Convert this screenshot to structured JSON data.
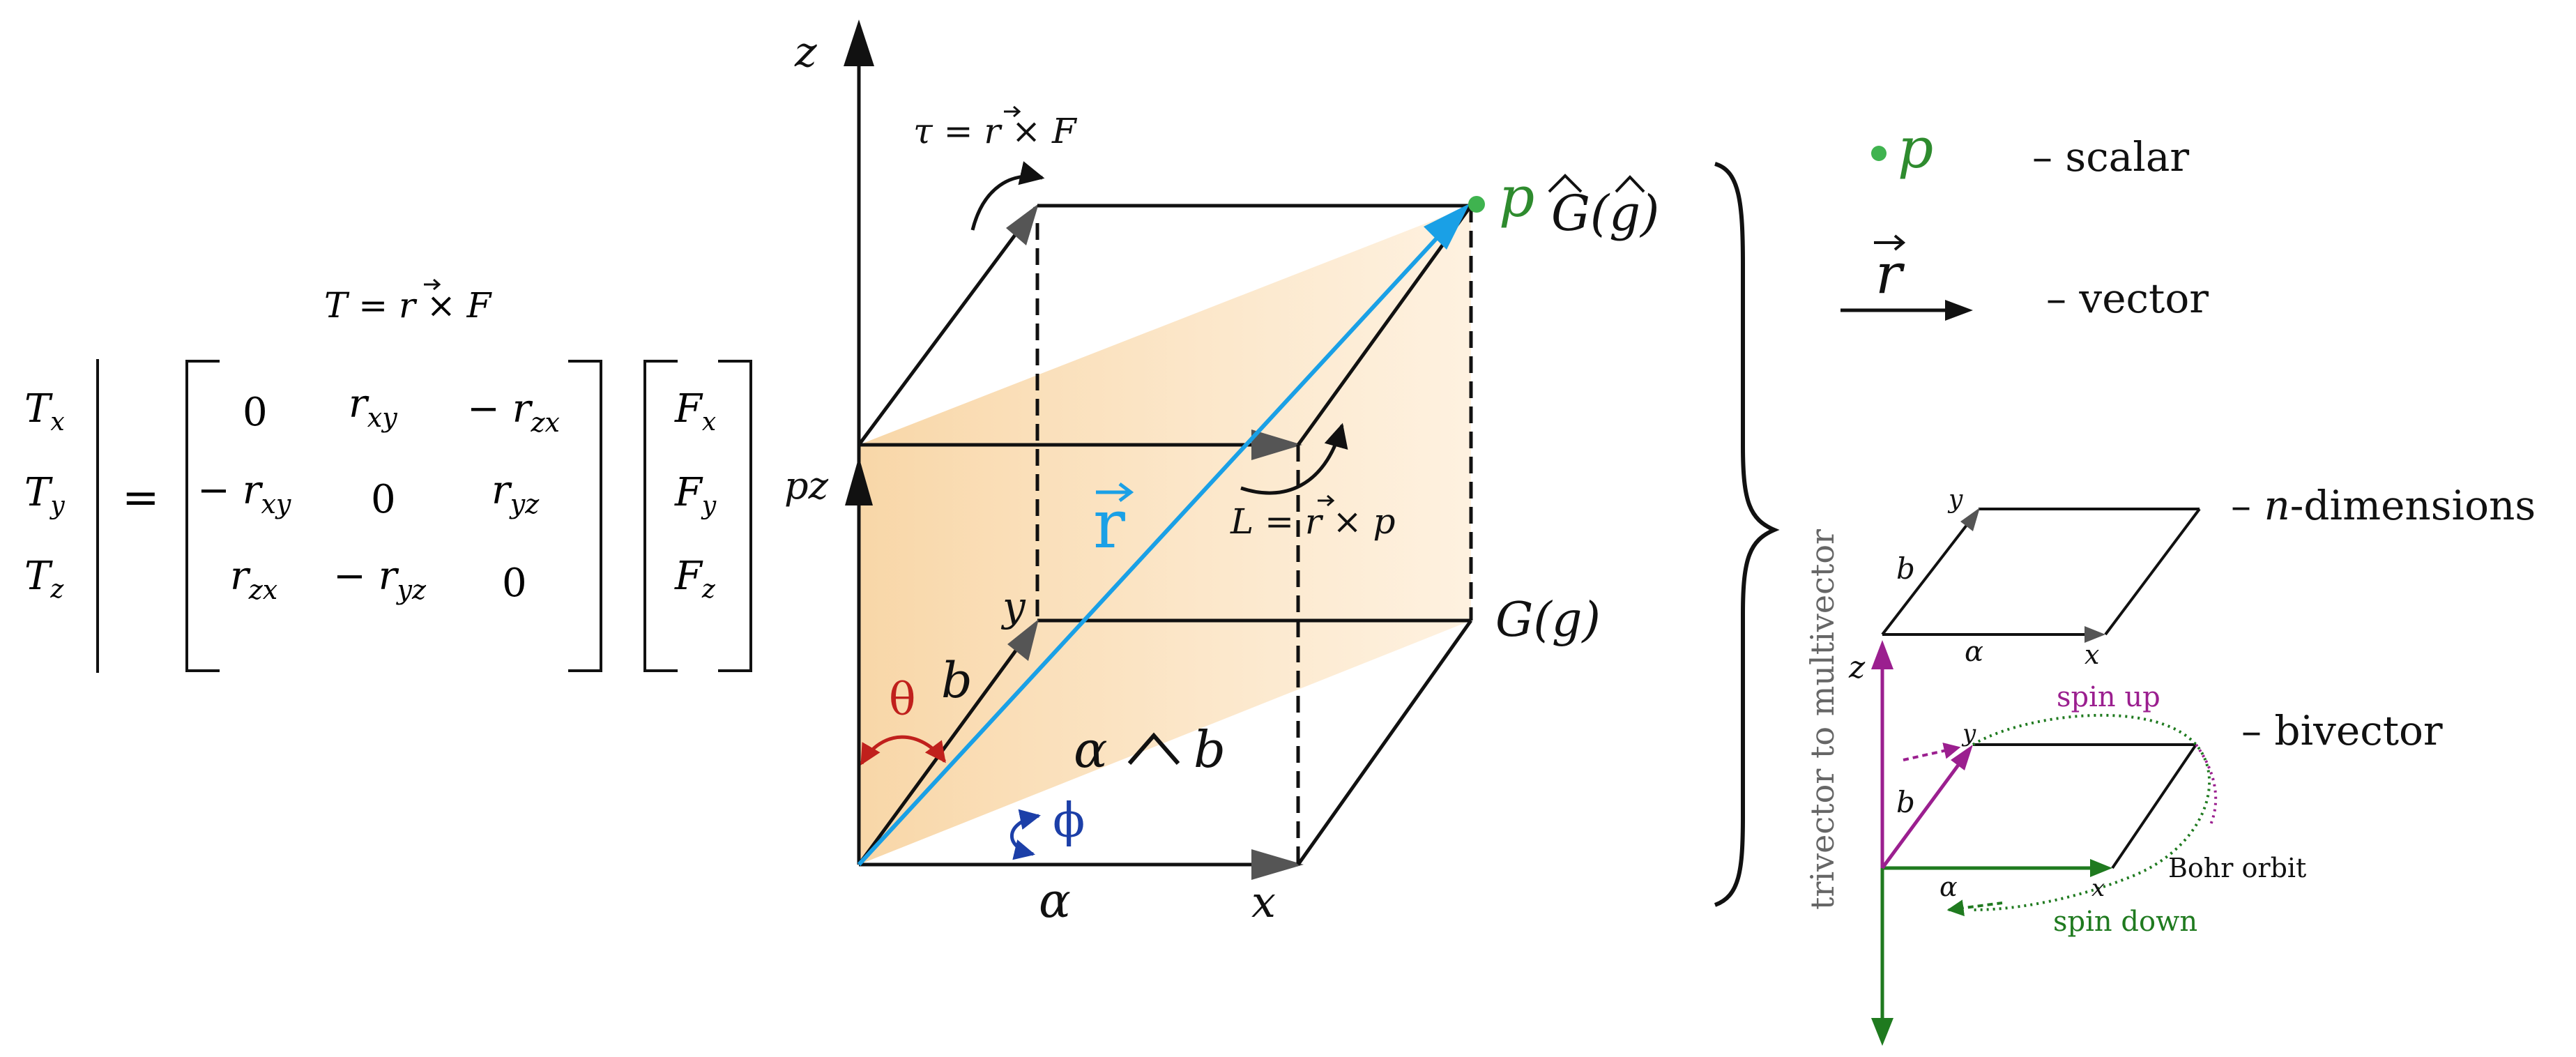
{
  "colors": {
    "ink": "#111111",
    "arrow_head": "#555555",
    "vector_blue": "#1aa0e6",
    "plane_fill": "#f6c98a",
    "theta_red": "#c0201c",
    "phi_blue": "#1c3fa8",
    "scalar_green": "#2e8b2e",
    "point_green": "#3fb34f",
    "spin_up_purple": "#9b1f8f",
    "spin_down_green": "#1f7a1f",
    "axis_label_gray": "#666666"
  },
  "equation": {
    "title_lhs": "T",
    "title_rhs": "F",
    "lhs": [
      "T",
      "T",
      "T"
    ],
    "lhs_sub": [
      "x",
      "y",
      "z"
    ],
    "equals": "=",
    "matrix": [
      [
        "0",
        "r",
        "− r"
      ],
      [
        "− r",
        "0",
        "r"
      ],
      [
        "r",
        "− r",
        "0"
      ]
    ],
    "matrix_sub": [
      [
        "",
        "xy",
        "zx"
      ],
      [
        "xy",
        "",
        "yz"
      ],
      [
        "zx",
        "yz",
        ""
      ]
    ],
    "rhs": [
      "F",
      "F",
      "F"
    ],
    "rhs_sub": [
      "x",
      "y",
      "z"
    ]
  },
  "cube": {
    "axis_z": "z",
    "axis_x": "x",
    "axis_y": "y",
    "pz": "pz",
    "torque_lhs": "τ",
    "torque_rhs": "F",
    "point_p": "p",
    "G_hat": "G",
    "g_hat": "g",
    "G": "G",
    "g": "g",
    "r_label": "r",
    "L_lhs": "L",
    "L_rhs": "p",
    "theta": "θ",
    "phi": "ϕ",
    "b": "b",
    "alpha": "α",
    "wedge_a": "α",
    "wedge_b": "b"
  },
  "legend": {
    "scalar_symbol": "p",
    "scalar_label": "– scalar",
    "vector_symbol": "r",
    "vector_label": "– vector",
    "ndim_label": "-dimensions",
    "ndim_n": "n",
    "ndim_dash": "–",
    "bivector_label": "– bivector",
    "side_label": "trivector to multivector",
    "small_y": "y",
    "small_b": "b",
    "small_alpha": "α",
    "small_x": "x",
    "small_z": "z",
    "spin_up": "spin up",
    "spin_down": "spin down",
    "bohr_orbit": "Bohr orbit"
  }
}
